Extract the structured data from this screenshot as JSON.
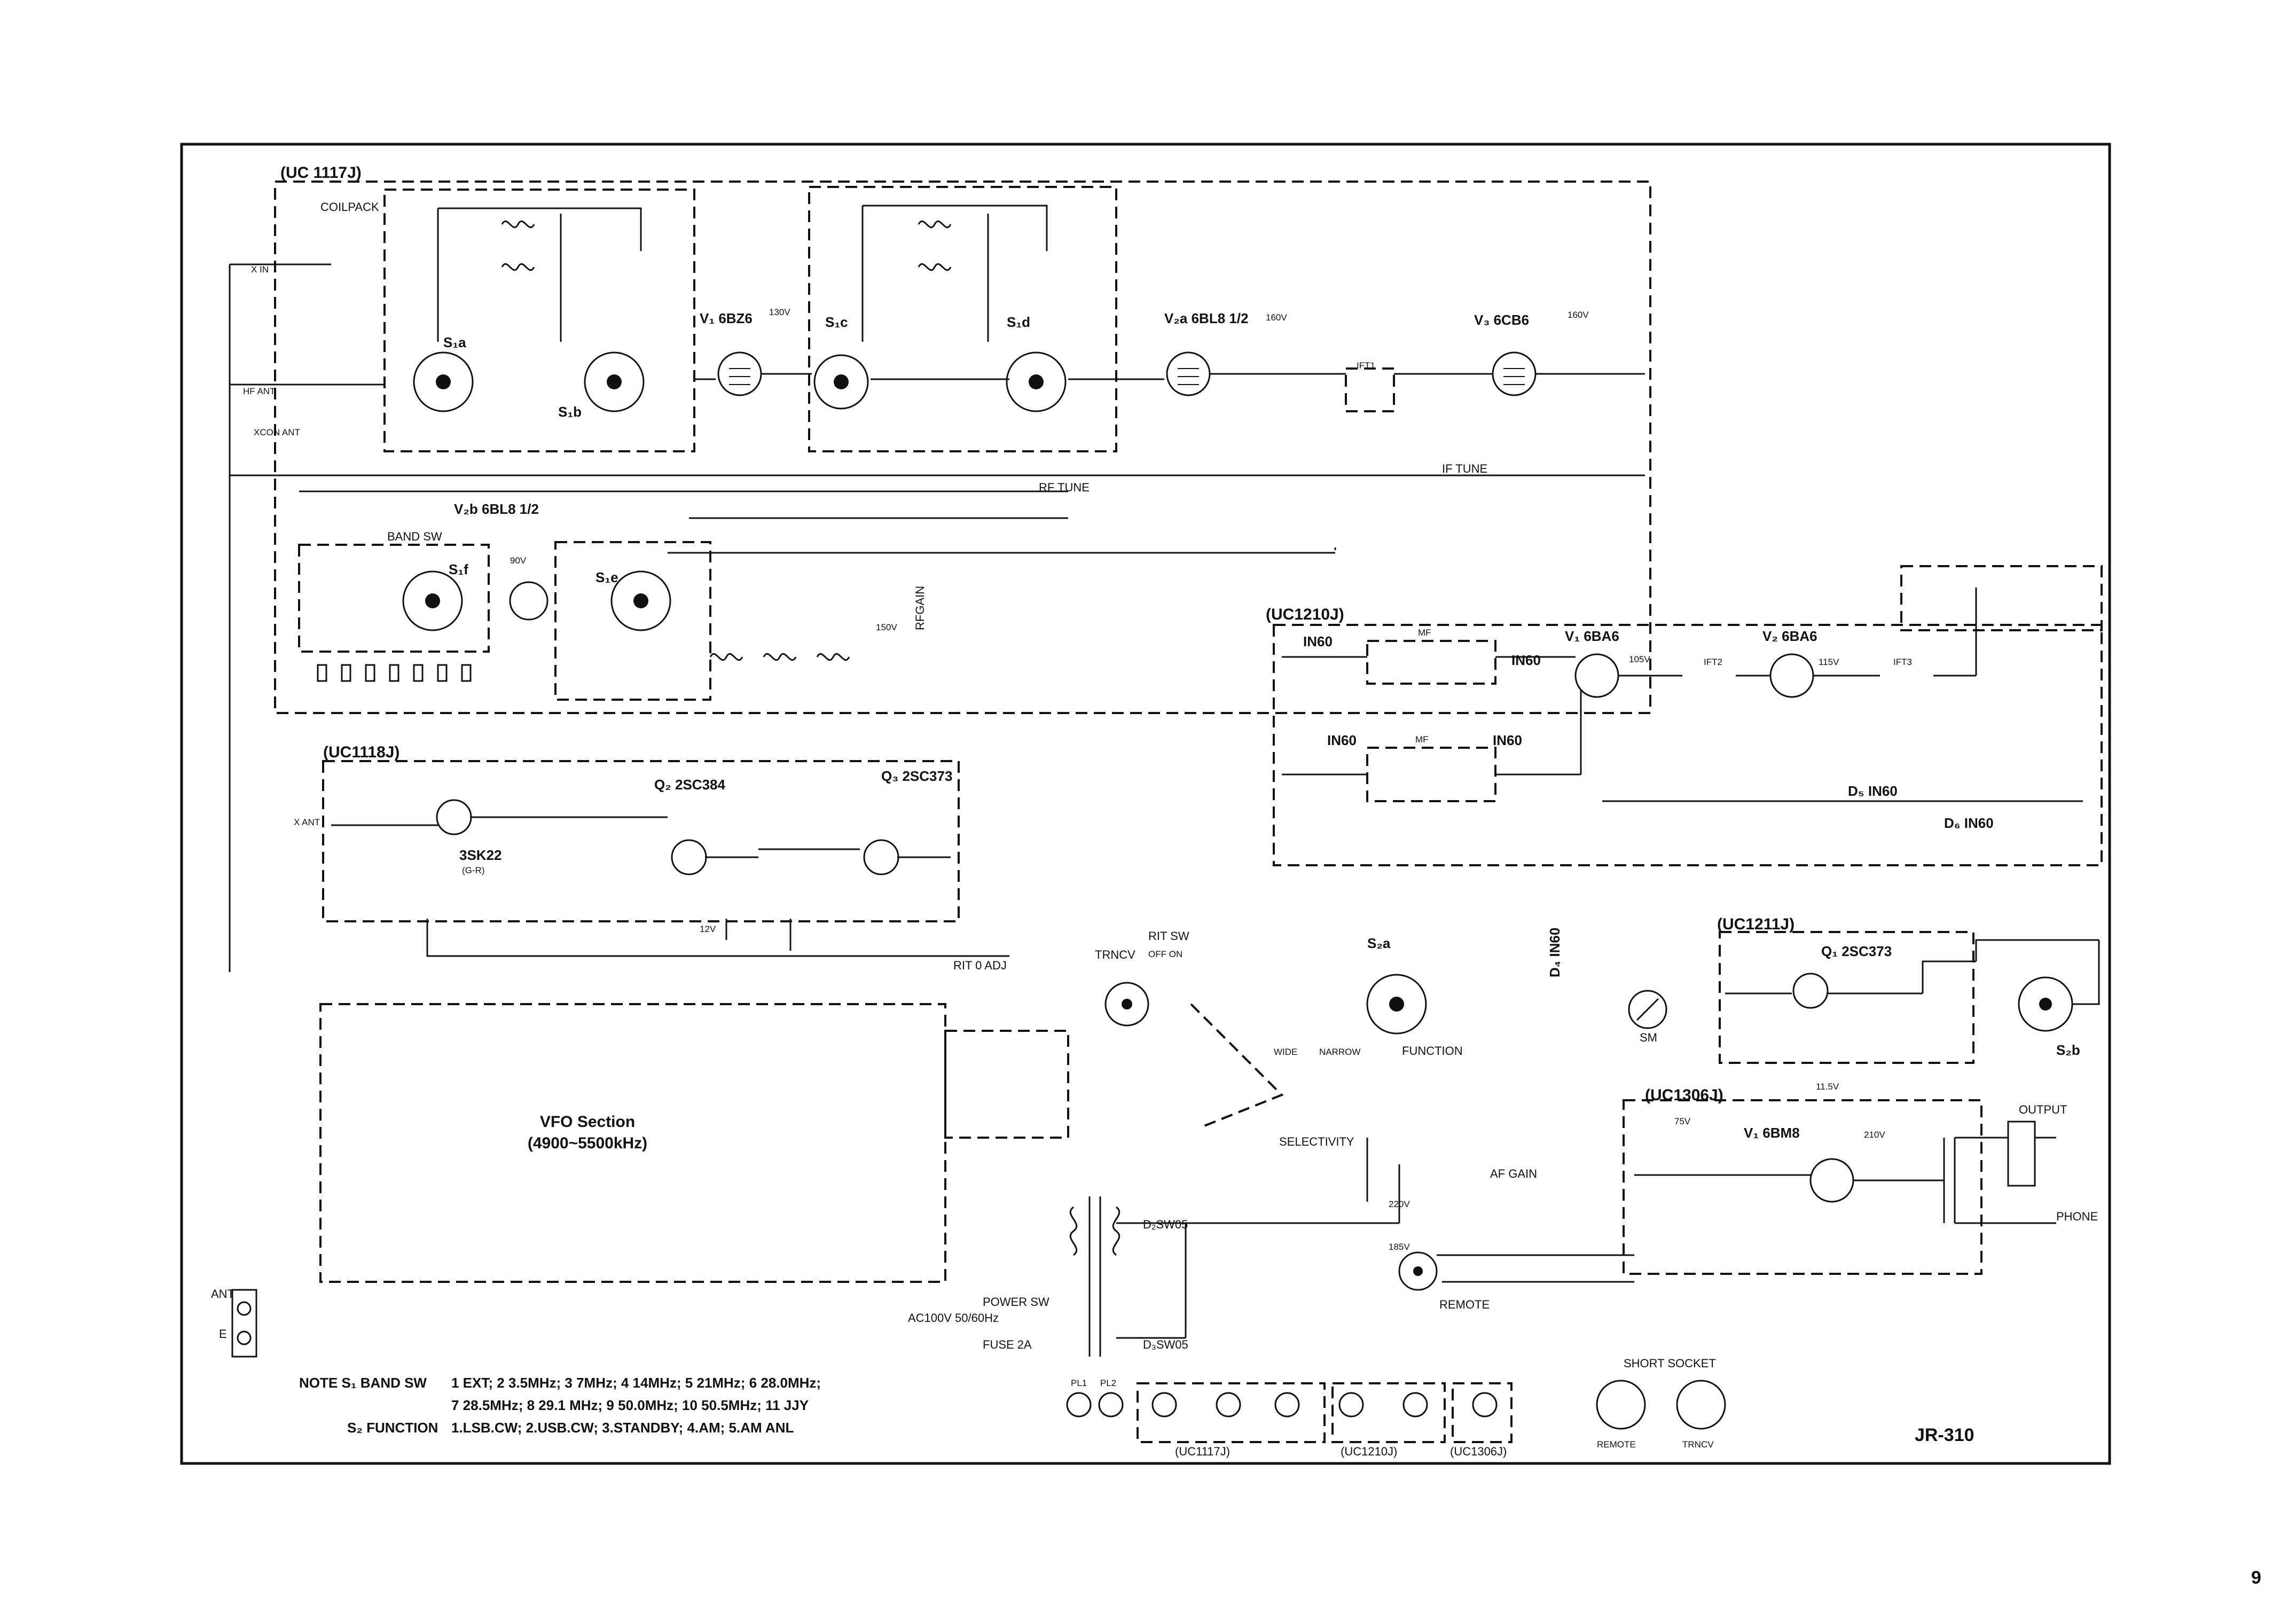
{
  "page_number": "9",
  "model": "JR-310",
  "modules": {
    "uc1117j": "(UC 1117J)",
    "uc1118j": "(UC1118J)",
    "uc1210j": "(UC1210J)",
    "uc1211j": "(UC1211J)",
    "uc1306j": "(UC1306J)"
  },
  "coilpack": "COILPACK",
  "band_sw": "BAND SW",
  "tubes": {
    "v1_6bz6": "V₁ 6BZ6",
    "v2a_6bl8": "V₂a 6BL8 1/2",
    "v2b_6bl8": "V₂b 6BL8 1/2",
    "v3_6cb6": "V₃ 6CB6",
    "v1_6ba6": "V₁ 6BA6",
    "v2_6ba6": "V₂ 6BA6",
    "v1_6bm8": "V₁ 6BM8"
  },
  "transistors": {
    "q1": "3SK22",
    "q1_sub": "(G-R)",
    "q2": "Q₂ 2SC384",
    "q3": "Q₃ 2SC373",
    "q1_ssb": "Q₁ 2SC373"
  },
  "switches": {
    "s1a": "S₁a",
    "s1b": "S₁b",
    "s1c": "S₁c",
    "s1d": "S₁d",
    "s1e": "S₁e",
    "s1f": "S₁f",
    "s2a": "S₂a",
    "s2b": "S₂b"
  },
  "diodes": {
    "in60": "IN60",
    "d5": "D₅ IN60",
    "d4": "D₄ IN60",
    "d6": "D₆ IN60",
    "d2sw05": "D₂SW05",
    "d3sw05": "D₃SW05"
  },
  "vfo": {
    "title": "VFO  Section",
    "range": "(4900~5500kHz)"
  },
  "controls": {
    "rf_tune": "RF TUNE",
    "if_tune": "IF TUNE",
    "rf_gain": "RFGAIN",
    "af_gain": "AF GAIN",
    "function": "FUNCTION",
    "selectivity": "SELECTIVITY",
    "trncv": "TRNCV",
    "rit_sw": "RIT SW",
    "rit_sw_states": "OFF  ON",
    "rit_adj": "RIT 0 ADJ",
    "remote": "REMOTE",
    "wide": "WIDE",
    "narrow": "NARROW",
    "power_sw": "POWER SW",
    "fuse": "FUSE 2A",
    "ac": "AC100V 50/60Hz",
    "output": "OUTPUT",
    "phone": "PHONE",
    "ant": "ANT",
    "e": "E",
    "sm": "SM",
    "mf": "MF",
    "ift1": "IFT1",
    "ift2": "IFT2",
    "ift3": "IFT3",
    "x_in": "X IN",
    "hf_ant": "HF ANT",
    "x_ant": "X ANT",
    "xcon_ant": "XCON ANT"
  },
  "voltages": [
    "160V",
    "130V",
    "90V",
    "150V",
    "105V",
    "115V",
    "210V",
    "75V",
    "11.5V",
    "220V",
    "185V"
  ],
  "connectors": {
    "short_socket": "SHORT SOCKET",
    "remote": "REMOTE",
    "trncv": "TRNCV",
    "pl1": "PL1",
    "pl2": "PL2"
  },
  "notes": {
    "line1_label": "NOTE  S₁  BAND SW",
    "line1": "1 EXT; 2 3.5MHz; 3 7MHz; 4 14MHz; 5 21MHz; 6 28.0MHz;",
    "line2": "7 28.5MHz; 8 29.1 MHz; 9 50.0MHz; 10 50.5MHz; 11 JJY",
    "line3_label": "S₂  FUNCTION",
    "line3": "1.LSB.CW; 2.USB.CW; 3.STANDBY; 4.AM; 5.AM ANL"
  },
  "heater_groups": [
    "(UC1117J)",
    "(UC1210J)",
    "(UC1306J)"
  ]
}
